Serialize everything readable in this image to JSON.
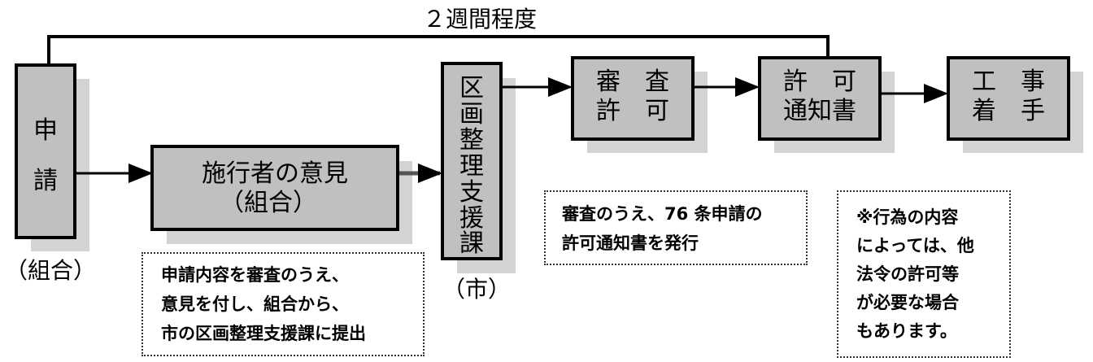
{
  "diagram": {
    "span_label": "２週間程度",
    "boxes": {
      "apply": [
        "申",
        "請"
      ],
      "opinion": [
        "施行者の意見",
        "（組合）"
      ],
      "city": [
        "区",
        "画",
        "整",
        "理",
        "支",
        "援",
        "課"
      ],
      "review": [
        "審　査",
        "許　可"
      ],
      "notice": [
        "許　可",
        "通知書"
      ],
      "start": [
        "工　事",
        "着　手"
      ]
    },
    "labels": {
      "apply_sub": "（組合）",
      "city_sub": "（市）"
    },
    "notes": {
      "opinion_note": [
        "申請内容を審査のうえ、",
        "意見を付し、組合から、",
        "市の区画整理支援課に提出"
      ],
      "review_note": [
        "審査のうえ、76 条申請の",
        "許可通知書を発行"
      ],
      "other_law_note": [
        "※行為の内容",
        "によっては、他",
        "法令の許可等",
        "が必要な場合",
        "もあります。"
      ]
    },
    "colors": {
      "box_fill": "#c0c0c0",
      "shadow": "#d3d3d3",
      "border": "#000000"
    }
  }
}
